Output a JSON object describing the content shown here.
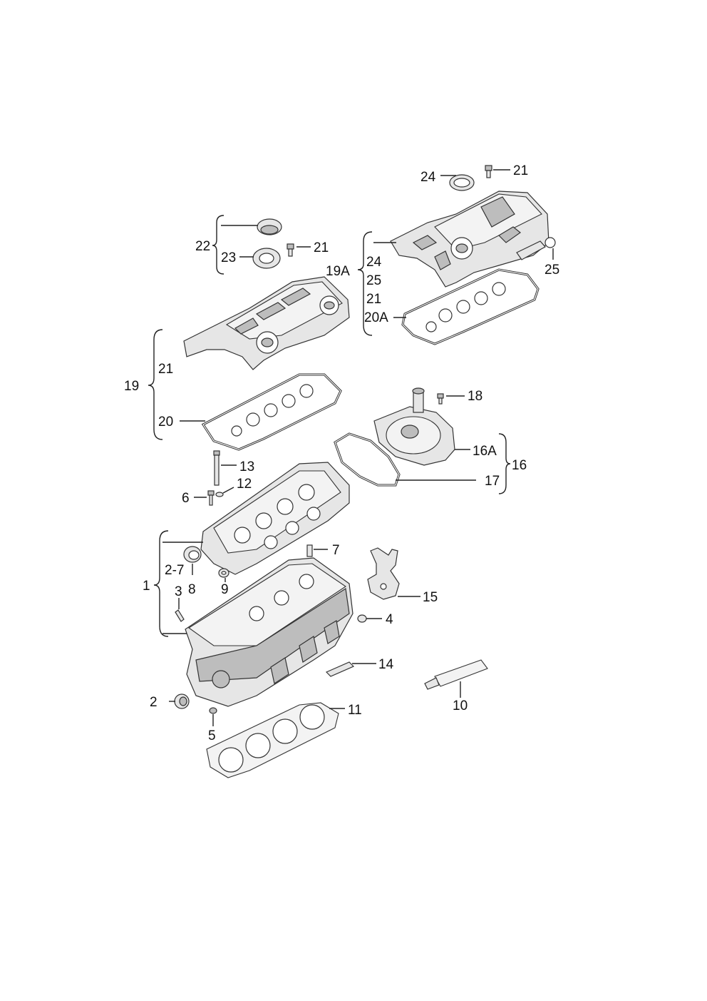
{
  "callouts": [
    {
      "id": "c-24-top",
      "text": "24"
    },
    {
      "id": "c-21-top",
      "text": "21"
    },
    {
      "id": "c-22",
      "text": "22"
    },
    {
      "id": "c-23",
      "text": "23"
    },
    {
      "id": "c-21-mid",
      "text": "21"
    },
    {
      "id": "c-19a",
      "text": "19A"
    },
    {
      "id": "c-19a-24",
      "text": "24"
    },
    {
      "id": "c-19a-25",
      "text": "25"
    },
    {
      "id": "c-19a-21",
      "text": "21"
    },
    {
      "id": "c-20a",
      "text": "20A"
    },
    {
      "id": "c-25-right",
      "text": "25"
    },
    {
      "id": "c-19",
      "text": "19"
    },
    {
      "id": "c-19-21",
      "text": "21"
    },
    {
      "id": "c-20",
      "text": "20"
    },
    {
      "id": "c-18",
      "text": "18"
    },
    {
      "id": "c-16a",
      "text": "16A"
    },
    {
      "id": "c-16",
      "text": "16"
    },
    {
      "id": "c-17",
      "text": "17"
    },
    {
      "id": "c-13",
      "text": "13"
    },
    {
      "id": "c-12",
      "text": "12"
    },
    {
      "id": "c-6",
      "text": "6"
    },
    {
      "id": "c-7",
      "text": "7"
    },
    {
      "id": "c-2-7",
      "text": "2-7"
    },
    {
      "id": "c-8",
      "text": "8"
    },
    {
      "id": "c-9",
      "text": "9"
    },
    {
      "id": "c-1",
      "text": "1"
    },
    {
      "id": "c-3",
      "text": "3"
    },
    {
      "id": "c-15",
      "text": "15"
    },
    {
      "id": "c-4",
      "text": "4"
    },
    {
      "id": "c-14",
      "text": "14"
    },
    {
      "id": "c-10",
      "text": "10"
    },
    {
      "id": "c-2",
      "text": "2"
    },
    {
      "id": "c-11",
      "text": "11"
    },
    {
      "id": "c-5",
      "text": "5"
    }
  ]
}
